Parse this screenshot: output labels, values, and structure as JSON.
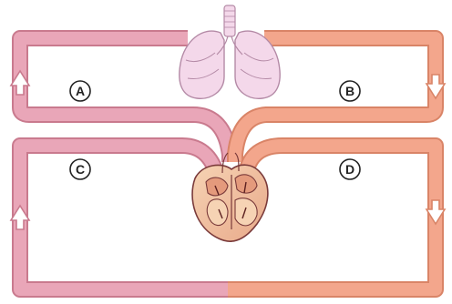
{
  "diagram": {
    "labels": [
      {
        "key": "a",
        "text": "A"
      },
      {
        "key": "b",
        "text": "B"
      },
      {
        "key": "c",
        "text": "C"
      },
      {
        "key": "d",
        "text": "D"
      }
    ],
    "colors": {
      "pulmonary_vessel": "#e9a6b8",
      "systemic_vessel": "#f3a68c",
      "vessel_outline": "#c97a8e",
      "systemic_outline": "#d98467",
      "lung_fill": "#f4d8ea",
      "lung_outline": "#b48aa6",
      "heart_fill": "#f2c6a0",
      "heart_outline": "#7a3a3a"
    }
  }
}
